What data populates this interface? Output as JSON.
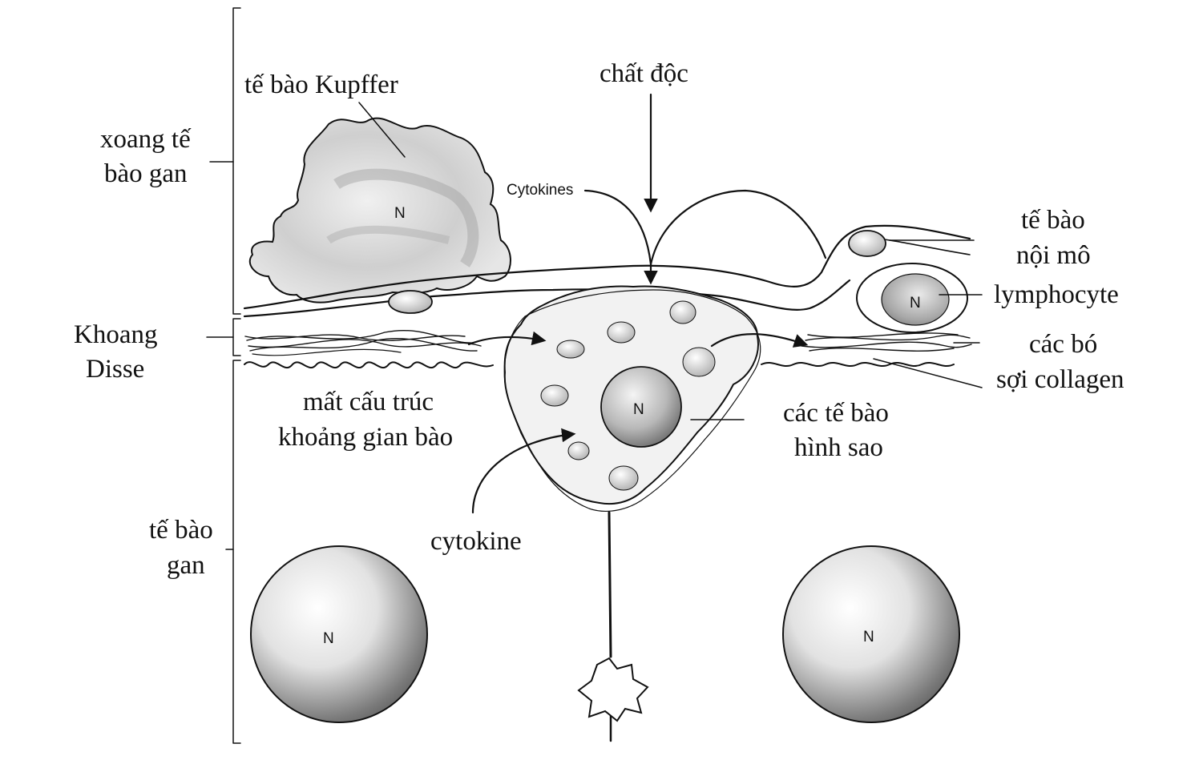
{
  "labels": {
    "kupffer": "tế bào Kupffer",
    "toxin": "chất độc",
    "cytokines_small": "Cytokines",
    "sinusoid_line1": "xoang tế",
    "sinusoid_line2": "bào gan",
    "space_line1": "Khoang",
    "space_line2": "Disse",
    "endo_line1": "tế bào",
    "endo_line2": "nội mô",
    "lymphocyte": "lymphocyte",
    "collagen_line1": "các bó",
    "collagen_line2": "sợi collagen",
    "junction_line1": "mất cấu trúc",
    "junction_line2": "khoảng gian bào",
    "stellate_line1": "các tế bào",
    "stellate_line2": "hình sao",
    "cytokine": "cytokine",
    "hepatocyte_line1": "tế bào",
    "hepatocyte_line2": "gan",
    "nucleus": "N"
  },
  "colors": {
    "ink": "#111111",
    "cell_shade": "#9a9a9a",
    "background": "#ffffff"
  }
}
